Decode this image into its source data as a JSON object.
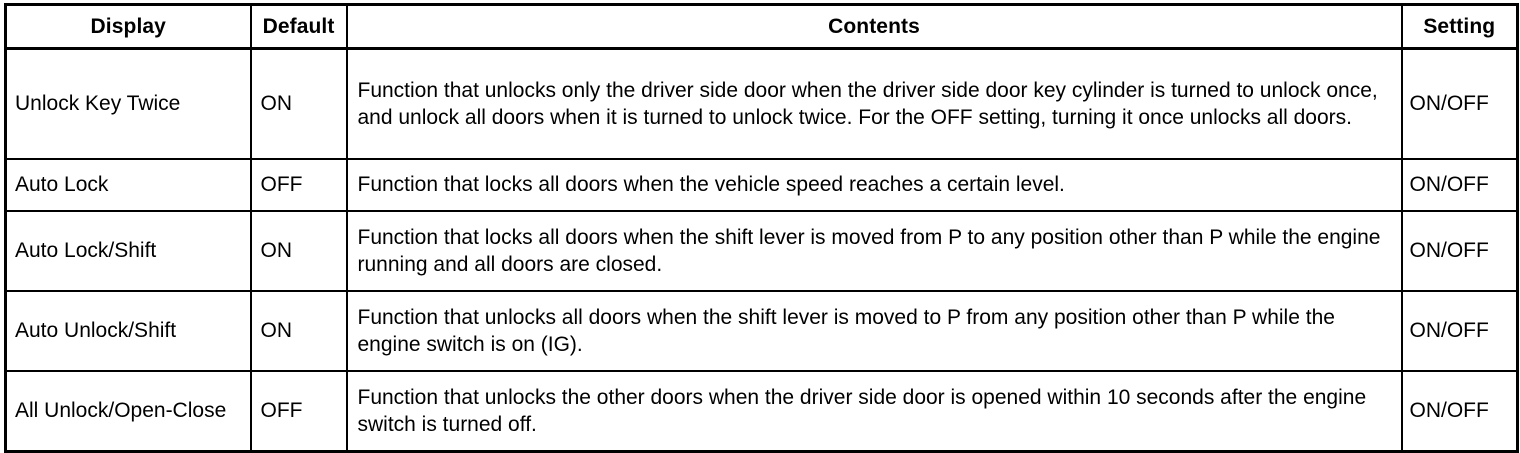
{
  "table": {
    "headers": [
      {
        "key": "display",
        "label": "Display"
      },
      {
        "key": "default",
        "label": "Default"
      },
      {
        "key": "contents",
        "label": "Contents"
      },
      {
        "key": "setting",
        "label": "Setting"
      }
    ],
    "rows": [
      {
        "display": "Unlock Key Twice",
        "default": "ON",
        "contents": "Function that unlocks only the driver side door when the driver side door key cylinder is turned to unlock once, and unlock all doors when it is turned to unlock twice. For the OFF setting, turning it once unlocks all doors.",
        "setting": "ON/OFF"
      },
      {
        "display": "Auto Lock",
        "default": "OFF",
        "contents": "Function that locks all doors when the vehicle speed reaches a certain level.",
        "setting": "ON/OFF"
      },
      {
        "display": "Auto Lock/Shift",
        "default": "ON",
        "contents": "Function that locks all doors when the shift lever is moved from P to any position other than P while the engine running and all doors are closed.",
        "setting": "ON/OFF"
      },
      {
        "display": "Auto Unlock/Shift",
        "default": "ON",
        "contents": "Function that unlocks all doors when the shift lever is moved to P from any position other than P while the engine switch is on (IG).",
        "setting": "ON/OFF"
      },
      {
        "display": "All Unlock/Open-Close",
        "default": "OFF",
        "contents": "Function that unlocks the other doors when the driver side door is opened within 10 seconds after the engine switch is turned off.",
        "setting": "ON/OFF"
      }
    ]
  },
  "colors": {
    "border": "#000000",
    "text": "#000000",
    "background": "#ffffff"
  }
}
